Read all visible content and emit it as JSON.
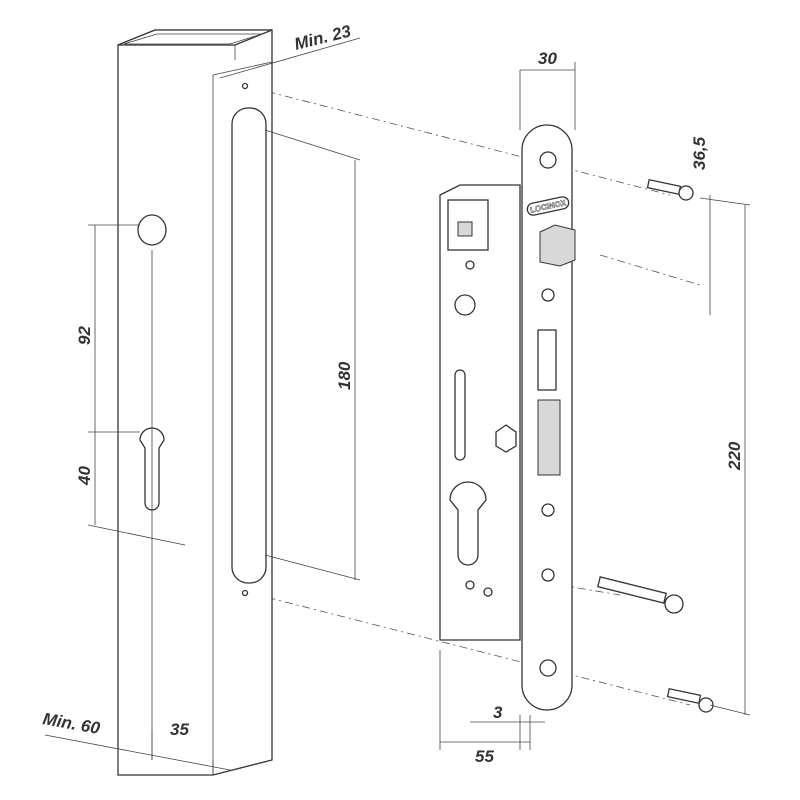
{
  "brand_logo": "LOCINOX",
  "dimensions": {
    "post_wall_min": "Min. 23",
    "faceplate_width": "30",
    "screw_offset": "36,5",
    "slot_length": "180",
    "handle_to_cylinder": "92",
    "cylinder_height": "40",
    "fixing_distance": "220",
    "post_width_min": "Min. 60",
    "backset": "35",
    "faceplate_thickness": "3",
    "case_depth": "55"
  }
}
